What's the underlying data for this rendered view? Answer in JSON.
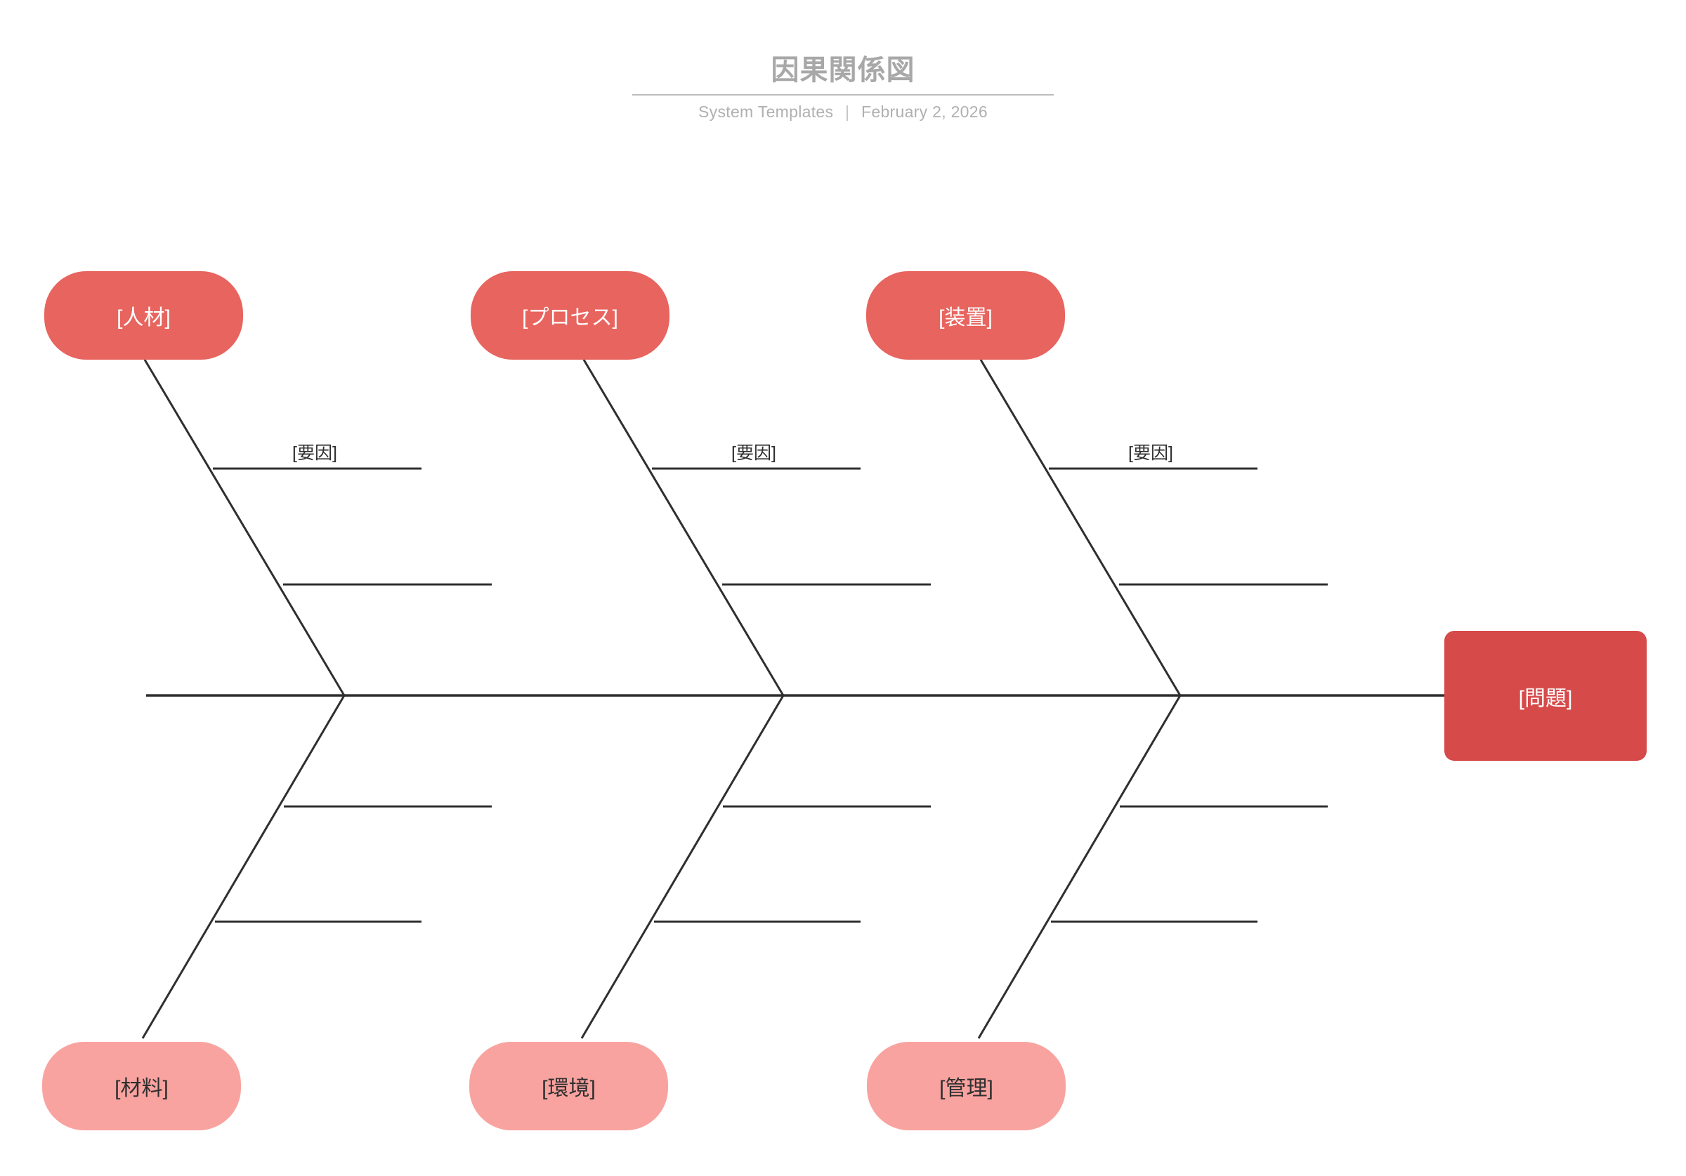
{
  "header": {
    "title": "因果関係図",
    "organization": "System Templates",
    "separator": "|",
    "date": "February 2, 2026"
  },
  "colors": {
    "category_top_fill": "#e8645f",
    "category_bottom_fill": "#f9a3a0",
    "effect_fill": "#d64a4a",
    "bone_stroke": "#2f2f2f",
    "title_text": "#a8a8a8",
    "subtitle_text": "#b0b0b0",
    "page_background": "#ffffff"
  },
  "chart_data": {
    "type": "diagram",
    "diagram_type": "fishbone",
    "title": "因果関係図",
    "effect": "[問題]",
    "categories": [
      {
        "label": "[人材]",
        "position": "top",
        "column": 1,
        "causes": [
          "[要因]",
          "",
          "",
          ""
        ]
      },
      {
        "label": "[プロセス]",
        "position": "top",
        "column": 2,
        "causes": [
          "[要因]",
          "",
          "",
          ""
        ]
      },
      {
        "label": "[装置]",
        "position": "top",
        "column": 3,
        "causes": [
          "[要因]",
          "",
          "",
          ""
        ]
      },
      {
        "label": "[材料]",
        "position": "bottom",
        "column": 1,
        "causes": [
          "",
          "",
          "",
          ""
        ]
      },
      {
        "label": "[環境]",
        "position": "bottom",
        "column": 2,
        "causes": [
          "",
          "",
          "",
          ""
        ]
      },
      {
        "label": "[管理]",
        "position": "bottom",
        "column": 3,
        "causes": [
          "",
          "",
          "",
          ""
        ]
      }
    ],
    "spine_label": "",
    "cause_label_text": "[要因]"
  },
  "categories_top": [
    {
      "label": "[人材]"
    },
    {
      "label": "[プロセス]"
    },
    {
      "label": "[装置]"
    }
  ],
  "categories_bottom": [
    {
      "label": "[材料]"
    },
    {
      "label": "[環境]"
    },
    {
      "label": "[管理]"
    }
  ],
  "cause_labels": [
    {
      "text": "[要因]"
    },
    {
      "text": "[要因]"
    },
    {
      "text": "[要因]"
    }
  ],
  "effect": {
    "label": "[問題]"
  }
}
